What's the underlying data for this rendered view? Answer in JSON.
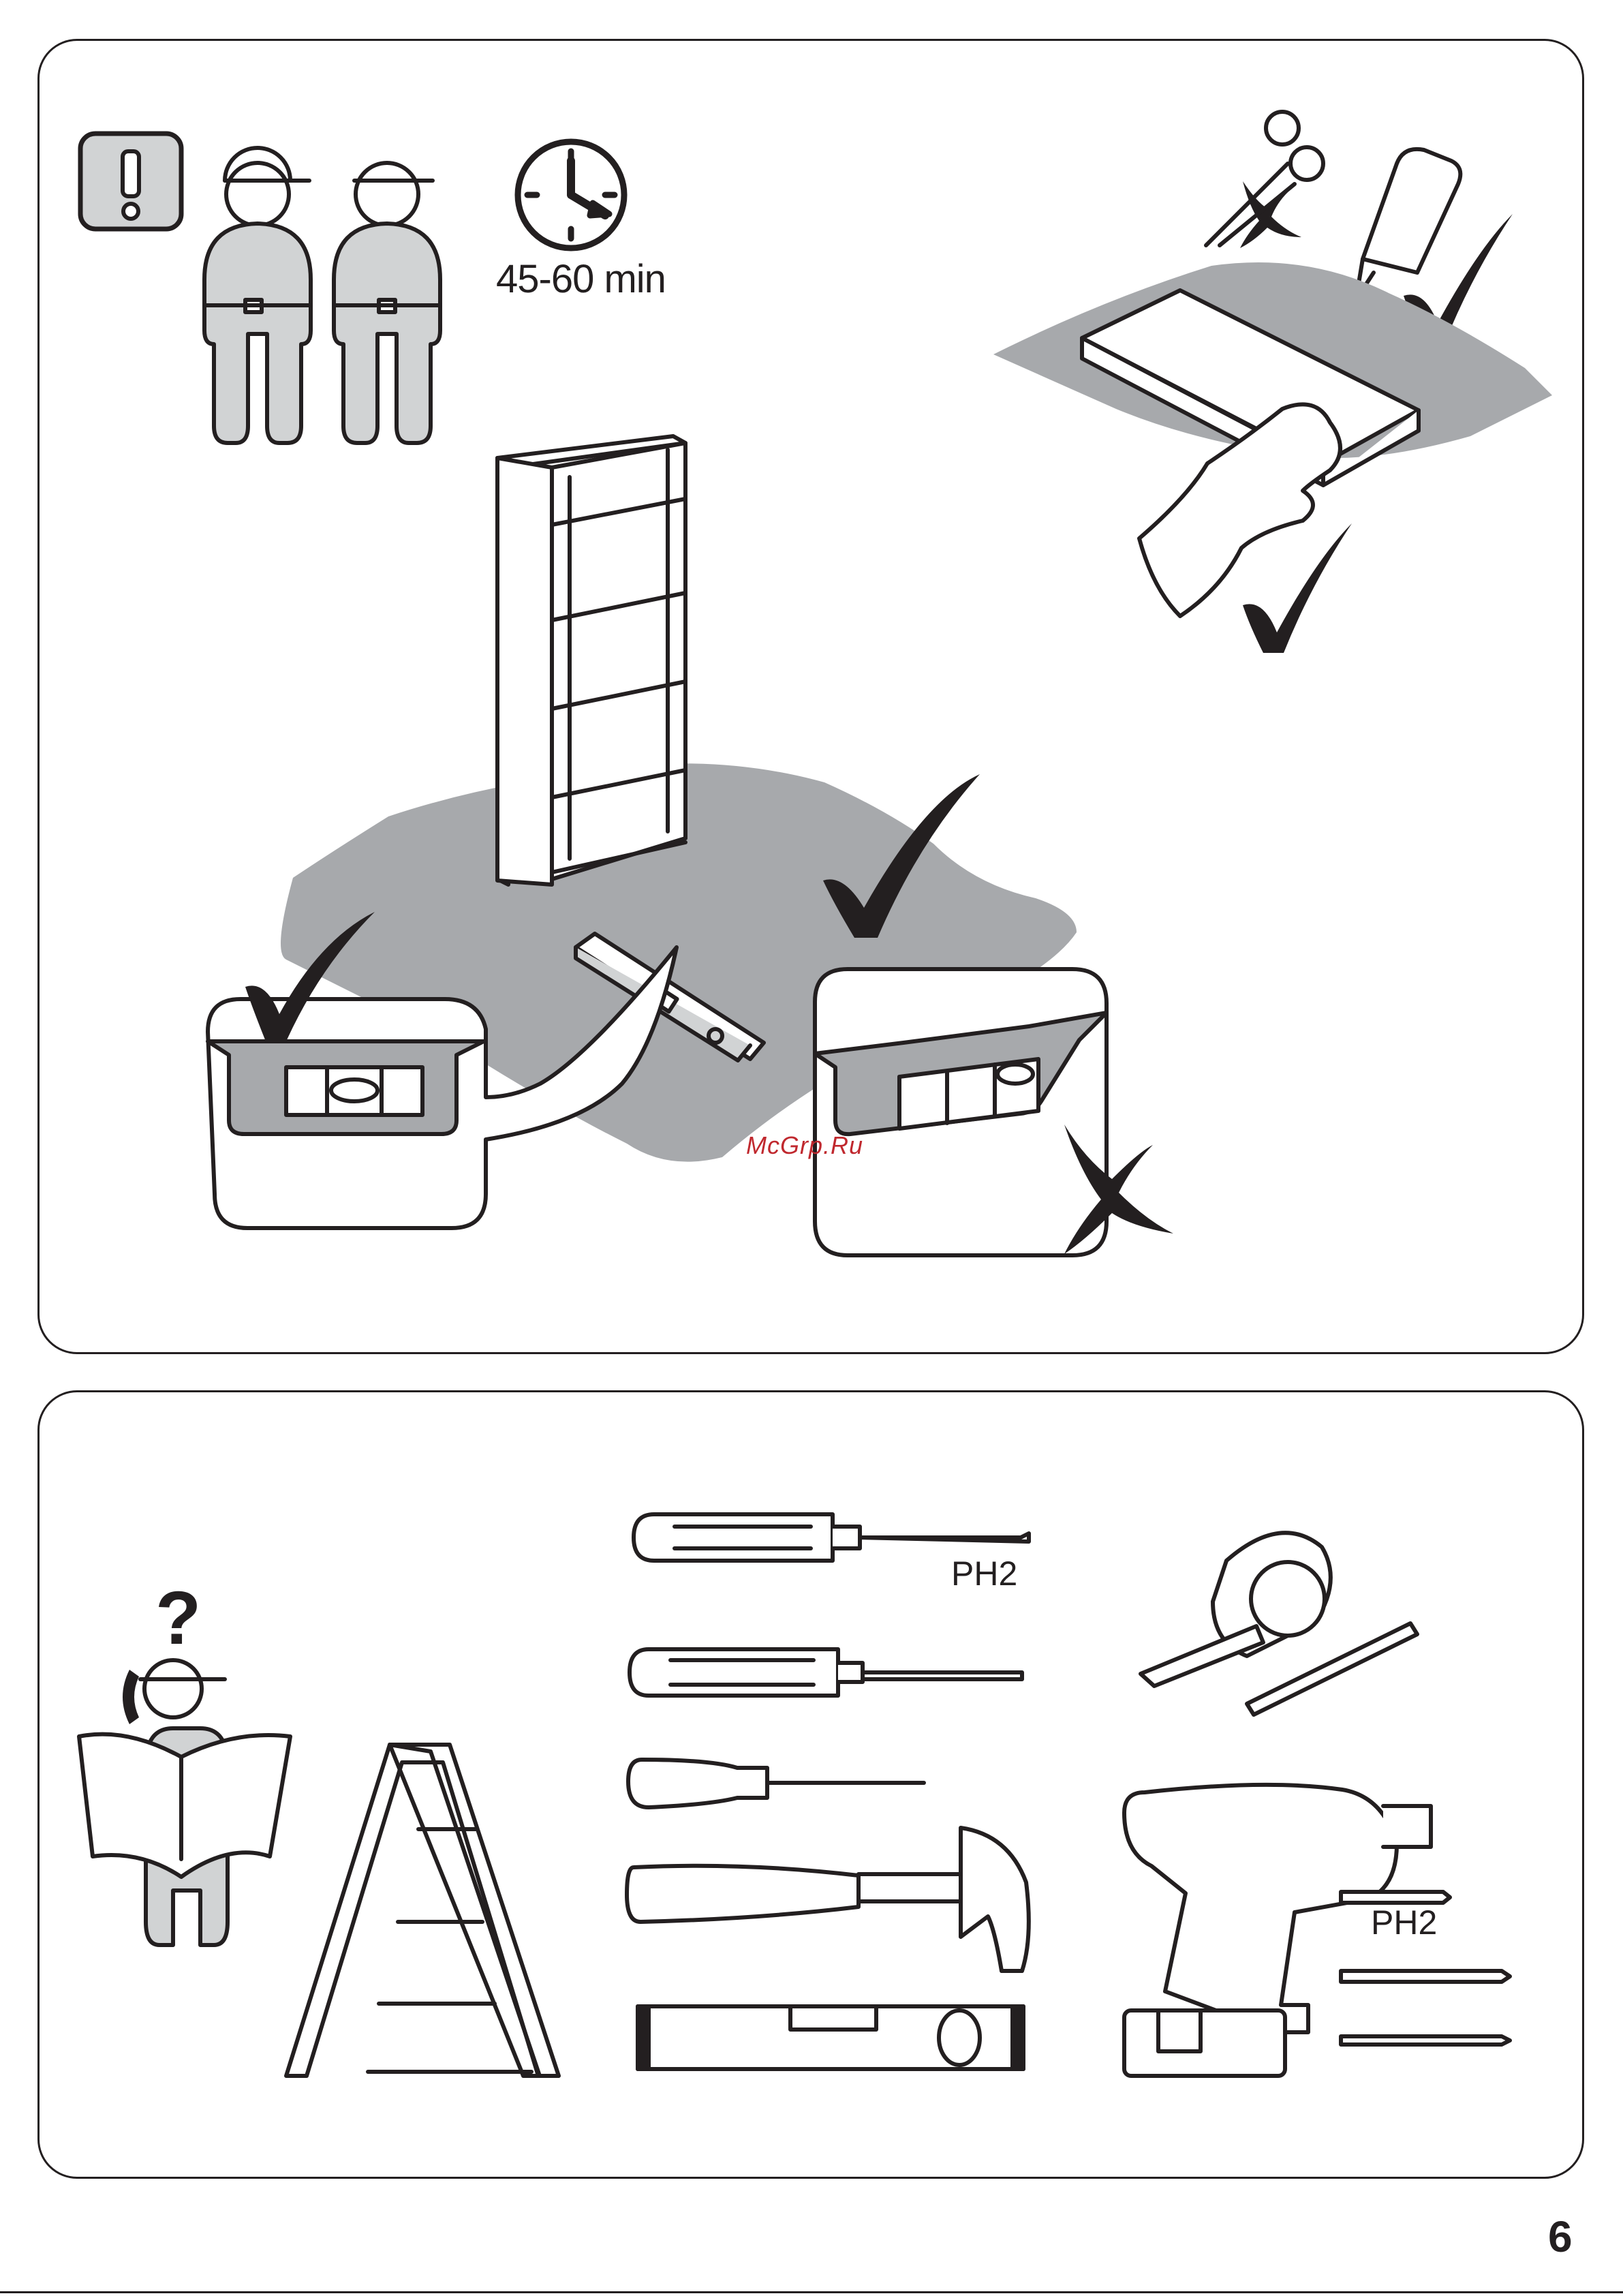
{
  "assembly_time": "45-60 min",
  "screwdriver_bit_label": "PH2",
  "drill_bit_label": "PH2",
  "watermark": "McGrp.Ru",
  "page_number": "6",
  "colors": {
    "ink": "#231f20",
    "floor_gray": "#a7a9ac",
    "watermark": "#c0282e"
  },
  "icons": [
    "warning-icon",
    "worker-icon",
    "clock-icon",
    "scissors-icon",
    "utility-knife-icon",
    "check-mark-icon",
    "cross-mark-icon",
    "help-reader-icon",
    "phone-icon",
    "ladder-icon",
    "screwdriver-phillips-icon",
    "screwdriver-flat-icon",
    "awl-icon",
    "hammer-icon",
    "spirit-level-icon",
    "tape-measure-icon",
    "pencil-icon",
    "drill-icon",
    "drill-bit-icon"
  ]
}
